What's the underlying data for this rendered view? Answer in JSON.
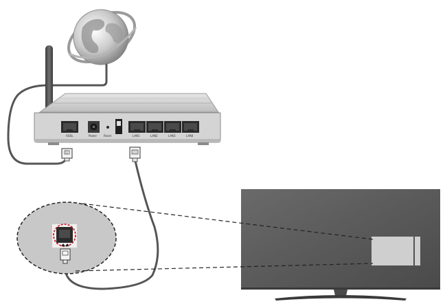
{
  "router": {
    "port_labels": {
      "adsl": "ADSL",
      "power": "Power",
      "reset": "Reset",
      "lan1": "LAN1",
      "lan2": "LAN2",
      "lan3": "LAN3",
      "lan4": "LAN4"
    }
  },
  "colors": {
    "router_body": "#d4d4d4",
    "tv_screen": "#555555",
    "tv_port_panel": "#cfcfcf",
    "zoom_bubble": "#c8c8c8",
    "highlight_ring": "#d0202a",
    "cable": "#555555"
  }
}
